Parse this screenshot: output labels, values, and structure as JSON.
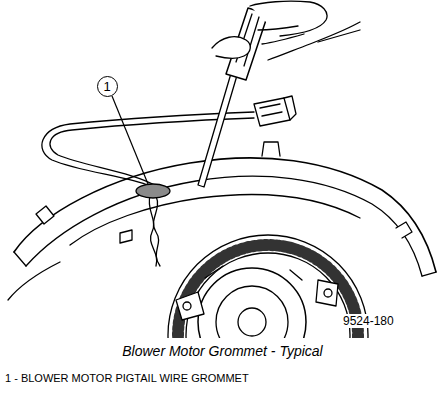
{
  "diagram": {
    "caption": "Blower Motor Grommet - Typical",
    "nodes": [
      {
        "text": [
          "1"
        ]
      }
    ],
    "labels": [
      "9524-180",
      "1 - BLOWER MOTOR PIGTAIL WIRE GROMMET"
    ]
  }
}
